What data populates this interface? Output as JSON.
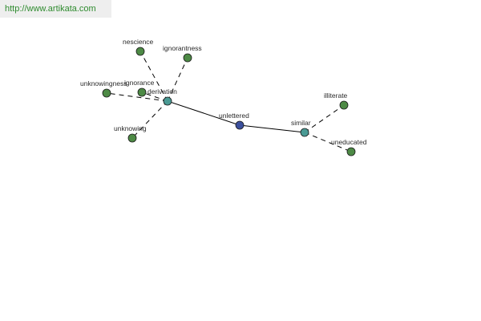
{
  "header": {
    "url": "http://www.artikata.com"
  },
  "colors": {
    "root": "#3b4f9c",
    "relation": "#4a9a94",
    "leaf": "#4d8a45",
    "url_text": "#2e8b2e"
  },
  "graph": {
    "nodes": [
      {
        "id": "unlettered",
        "label": "unlettered",
        "kind": "root"
      },
      {
        "id": "derivation",
        "label": "derivation",
        "kind": "relation"
      },
      {
        "id": "similar",
        "label": "similar",
        "kind": "relation"
      },
      {
        "id": "nescience",
        "label": "nescience",
        "kind": "leaf"
      },
      {
        "id": "ignorantness",
        "label": "ignorantness",
        "kind": "leaf"
      },
      {
        "id": "unknowingness",
        "label": "unknowingness",
        "kind": "leaf"
      },
      {
        "id": "ignorance",
        "label": "ignorance",
        "kind": "leaf"
      },
      {
        "id": "unknowing",
        "label": "unknowing",
        "kind": "leaf"
      },
      {
        "id": "illiterate",
        "label": "illiterate",
        "kind": "leaf"
      },
      {
        "id": "uneducated",
        "label": "uneducated",
        "kind": "leaf"
      }
    ],
    "edges": [
      {
        "from": "unlettered",
        "to": "derivation",
        "style": "solid"
      },
      {
        "from": "unlettered",
        "to": "similar",
        "style": "solid"
      },
      {
        "from": "derivation",
        "to": "nescience",
        "style": "dashed"
      },
      {
        "from": "derivation",
        "to": "ignorantness",
        "style": "dashed"
      },
      {
        "from": "derivation",
        "to": "unknowingness",
        "style": "dashed"
      },
      {
        "from": "derivation",
        "to": "ignorance",
        "style": "dashed"
      },
      {
        "from": "derivation",
        "to": "unknowing",
        "style": "dashed"
      },
      {
        "from": "similar",
        "to": "illiterate",
        "style": "dashed"
      },
      {
        "from": "similar",
        "to": "uneducated",
        "style": "dashed"
      }
    ]
  }
}
